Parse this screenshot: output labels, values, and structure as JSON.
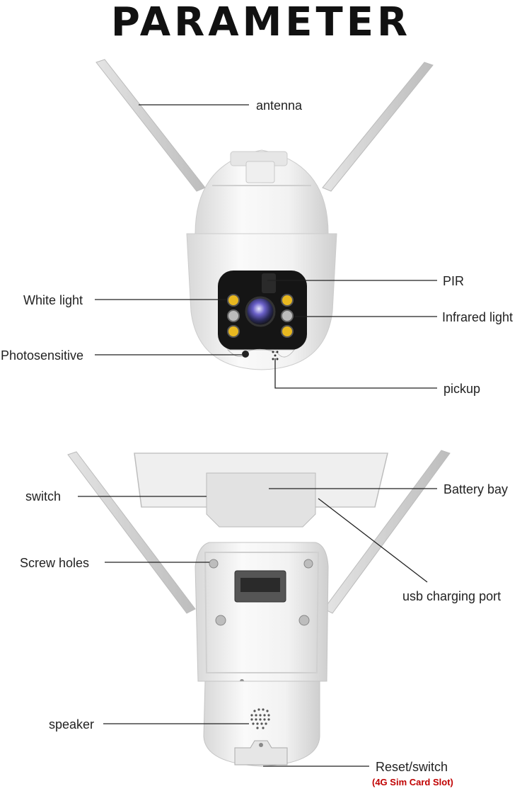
{
  "title": "PARAMETER",
  "top_labels": {
    "antenna": "antenna",
    "pir": "PIR",
    "white_light": "White light",
    "infrared_light": "Infrared light",
    "photosensitive": "Photosensitive",
    "pickup": "pickup"
  },
  "bottom_labels": {
    "switch": "switch",
    "battery_bay": "Battery bay",
    "screw_holes": "Screw holes",
    "usb_charging_port": "usb charging port",
    "speaker": "speaker",
    "reset_switch": "Reset/switch",
    "sim_slot": "(4G Sim Card Slot)"
  },
  "colors": {
    "callout_line": "#222222",
    "sim_slot_text": "#c00000",
    "camera_body": "#f2f2f2",
    "lens_panel": "#1a1a1a",
    "led_white": "#e8b820"
  }
}
